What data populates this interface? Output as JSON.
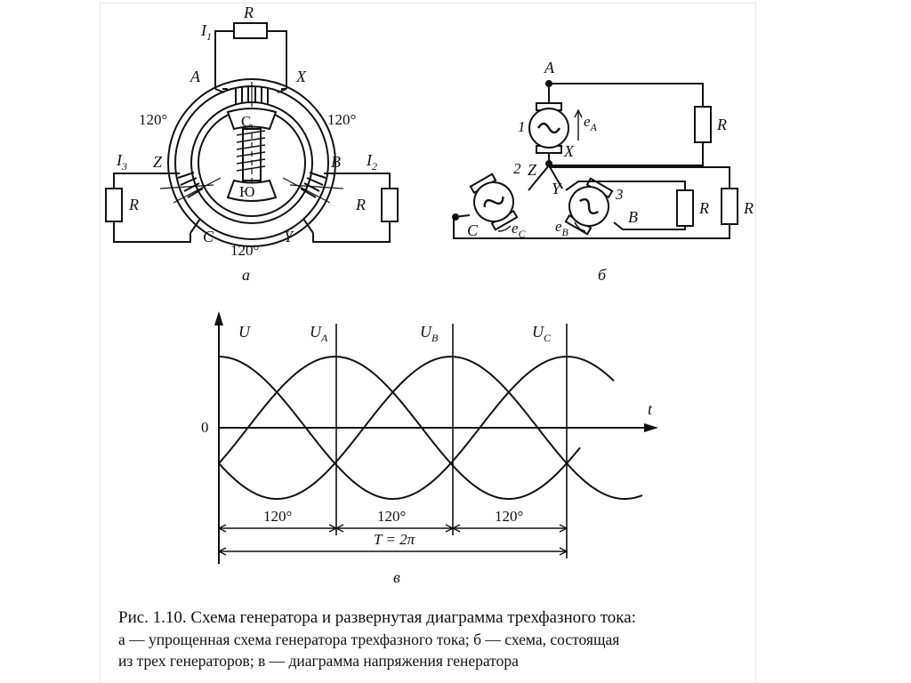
{
  "diagram_a": {
    "resistor_top": "R",
    "resistor_left": "R",
    "resistor_right": "R",
    "current_1": "I",
    "current_1_sub": "1",
    "current_2": "I",
    "current_2_sub": "2",
    "current_3": "I",
    "current_3_sub": "3",
    "terminal_A": "A",
    "terminal_X": "X",
    "terminal_Z": "Z",
    "terminal_B": "B",
    "terminal_C": "C",
    "terminal_Y": "Y",
    "angle_left": "120°",
    "angle_right": "120°",
    "angle_bottom": "120°",
    "pole_north": "С",
    "pole_south": "Ю",
    "caption": "а"
  },
  "diagram_b": {
    "terminal_A": "A",
    "terminal_X": "X",
    "terminal_Z": "Z",
    "terminal_Y": "Y",
    "terminal_B": "B",
    "terminal_C": "C",
    "gen1": "1",
    "gen2": "2",
    "gen3": "3",
    "emf_A": "e",
    "emf_A_sub": "A",
    "emf_B": "e",
    "emf_B_sub": "B",
    "emf_C": "e",
    "emf_C_sub": "C",
    "resistor_1": "R",
    "resistor_2": "R",
    "resistor_3": "R",
    "caption": "б"
  },
  "diagram_c": {
    "y_axis_label": "U",
    "x_axis_label": "t",
    "origin_label": "0",
    "curve_A": "U",
    "curve_A_sub": "A",
    "curve_B": "U",
    "curve_B_sub": "B",
    "curve_C": "U",
    "curve_C_sub": "C",
    "interval_1": "120°",
    "interval_2": "120°",
    "interval_3": "120°",
    "period_label": "T = 2π",
    "caption": "в"
  },
  "caption": {
    "line1": "Рис. 1.10. Схема генератора и развернутая диаграмма трехфазного тока:",
    "line2": "а — упрощенная схема генератора трехфазного тока; б — схема, состоящая",
    "line3": "из трех генераторов; в — диаграмма напряжения генератора"
  },
  "colors": {
    "ink": "#111111",
    "page": "#ffffff"
  }
}
